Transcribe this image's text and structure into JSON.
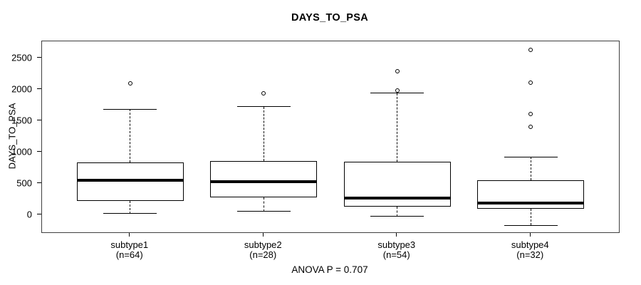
{
  "page": {
    "background": "#ffffff",
    "colors": {
      "line": "#000000",
      "frame": "#3f3f3f",
      "box_fill": "#ffffff"
    }
  },
  "chart_data": {
    "type": "boxplot",
    "title": "DAYS_TO_PSA",
    "ylabel": "DAYS_TO_PSA",
    "xlabel": "",
    "anova_note": "ANOVA P = 0.707",
    "grid": false,
    "legend": "none",
    "yticks": [
      0,
      500,
      1000,
      1500,
      2000,
      2500
    ],
    "ylim": [
      -270,
      2775
    ],
    "groups": [
      {
        "label": "subtype1",
        "n_label": "(n=64)",
        "n": 64,
        "whisker_low": 30,
        "q1": 230,
        "median": 560,
        "q3": 840,
        "whisker_high": 1690,
        "outliers": [
          2100
        ]
      },
      {
        "label": "subtype2",
        "n_label": "(n=28)",
        "n": 28,
        "whisker_low": 60,
        "q1": 290,
        "median": 540,
        "q3": 870,
        "whisker_high": 1730,
        "outliers": [
          1950
        ]
      },
      {
        "label": "subtype3",
        "n_label": "(n=54)",
        "n": 54,
        "whisker_low": -20,
        "q1": 140,
        "median": 280,
        "q3": 860,
        "whisker_high": 1950,
        "outliers": [
          2300,
          1990
        ]
      },
      {
        "label": "subtype4",
        "n_label": "(n=32)",
        "n": 32,
        "whisker_low": -160,
        "q1": 110,
        "median": 200,
        "q3": 560,
        "whisker_high": 930,
        "outliers": [
          2640,
          2120,
          1620,
          1410
        ]
      }
    ]
  }
}
